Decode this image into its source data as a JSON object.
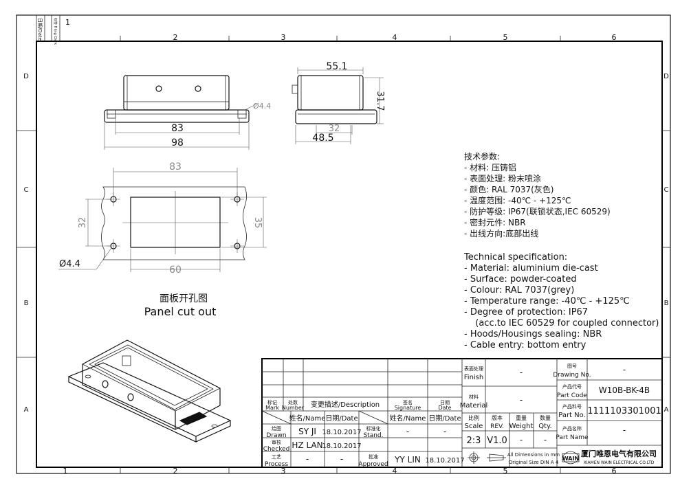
{
  "frame": {
    "columns": [
      "1",
      "2",
      "3",
      "4",
      "5",
      "6"
    ],
    "rows": [
      "D",
      "C",
      "B",
      "A"
    ],
    "corner_labels": {
      "date": "日期/Date",
      "filing": "标签 Filing Clerk"
    }
  },
  "front_view": {
    "dim_83": "83",
    "dim_98": "98",
    "hole": "Ø4.4"
  },
  "side_view": {
    "dim_width": "55.1",
    "dim_height": "31.7",
    "dim_32": "32",
    "dim_48_5": "48.5"
  },
  "cutout": {
    "dim_83": "83",
    "dim_32": "32",
    "dim_35": "35",
    "dim_60": "60",
    "hole": "Ø4.4",
    "title_cn": "面板开孔图",
    "title_en": "Panel cut out"
  },
  "spec_cn": {
    "heading": "技术参数:",
    "items": [
      "- 材料: 压铸铝",
      "- 表面处理: 粉末喷涂",
      "- 颜色: RAL 7037(灰色)",
      "- 温度范围: -40℃ - +125℃",
      "- 防护等级: IP67(联锁状态,IEC 60529)",
      "- 密封元件: NBR",
      "- 出线方向:底部出线"
    ]
  },
  "spec_en": {
    "heading": "Technical specification:",
    "items": [
      "- Material: aluminium die-cast",
      "- Surface: powder-coated",
      "- Colour: RAL 7037(grey)",
      "- Temperature range: -40℃ - +125℃",
      "- Degree of protection: IP67",
      "  (acc.to IEC 60529 for coupled connector)",
      "- Hoods/Housings sealing: NBR",
      "- Cable entry: bottom entry"
    ]
  },
  "title_block": {
    "rev": {
      "mark": [
        "标记",
        "Mark"
      ],
      "number": [
        "处数",
        "Number"
      ],
      "description": "变更描述/Description",
      "signature": [
        "签名",
        "Signature"
      ],
      "date": [
        "日期",
        "Date"
      ]
    },
    "name_hdr": "姓名/Name",
    "date_hdr": "日期/Date",
    "drawn": [
      "绘图",
      "Drawn"
    ],
    "checked": [
      "审核",
      "Checked"
    ],
    "process": [
      "工艺",
      "Process"
    ],
    "stand": [
      "标准化",
      "Stand."
    ],
    "approved": [
      "批准",
      "Approved"
    ],
    "drawn_name": "SY JI",
    "drawn_date": "18.10.2017",
    "checked_name": "HZ LAN",
    "checked_date": "18.10.2017",
    "process_name": "-",
    "process_date": "-",
    "stand_name": "-",
    "stand_date": "-",
    "approved_name": "YY LIN",
    "approved_date": "18.10.2017",
    "finish": [
      "表面处理",
      "Finish"
    ],
    "finish_value": "-",
    "material": [
      "材料",
      "Material"
    ],
    "material_value": "-",
    "scale": [
      "比例",
      "Scale"
    ],
    "scale_value": "2:3",
    "rev_lbl": [
      "版本",
      "REV."
    ],
    "rev_value": "V1.0",
    "weight": [
      "重量",
      "Weight"
    ],
    "weight_value": "-",
    "qty": [
      "数量",
      "Qty."
    ],
    "qty_value": "-",
    "dims_note": [
      "All Dimensions in mm",
      "Original Size DIN A 4"
    ],
    "drawing_no": [
      "图号",
      "Drawing No."
    ],
    "drawing_no_value": "-",
    "part_code": [
      "产品代号",
      "Part Code"
    ],
    "part_code_value": "W10B-BK-4B",
    "part_no": [
      "产品料号",
      "Part No."
    ],
    "part_no_value": "1111103301001",
    "part_name": [
      "产品名称",
      "Part Name"
    ],
    "part_name_value": "-",
    "logo": "WAIN",
    "company_cn": "厦门唯恩电气有限公司",
    "company_en": "XIAMEN WAIN ELECTRICAL CO.LTD"
  }
}
